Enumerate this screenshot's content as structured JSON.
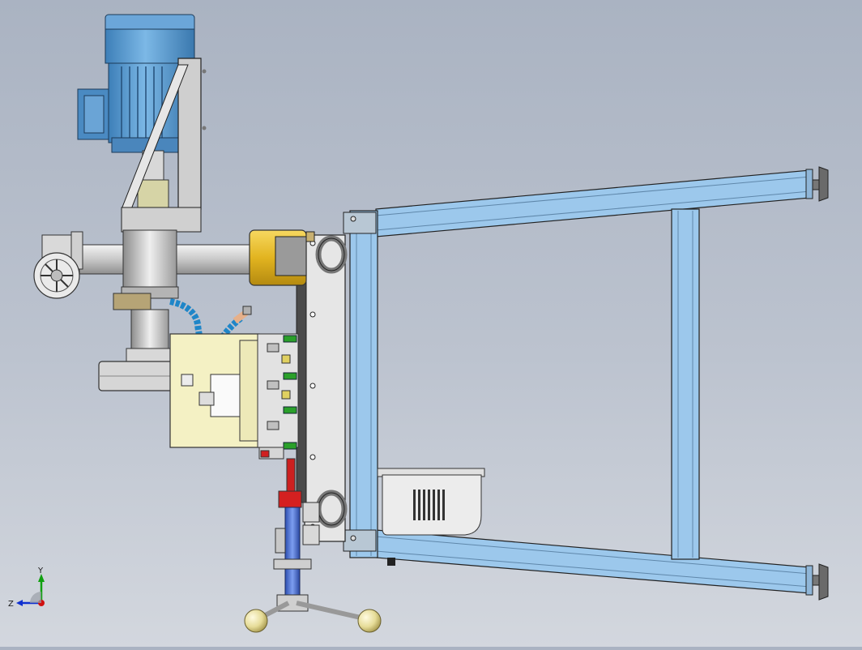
{
  "view": {
    "background_top": "#aab3c2",
    "background_bottom": "#d3d7de",
    "subject": "cad-assembly-machine"
  },
  "triad": {
    "x_label": "",
    "y_label": "Y",
    "z_label": "Z",
    "x_color": "#d01010",
    "y_color": "#10a010",
    "z_color": "#1030d0"
  },
  "colors": {
    "motor_blue": "#5a9fd4",
    "frame_blue": "#9cc8ec",
    "bracket_gray": "#c8c8c8",
    "coupling_yellow": "#e8c030",
    "plate_cream": "#f2f0c0",
    "hose_blue": "#2a9ad8",
    "handle_ball": "#e8e0a0"
  }
}
